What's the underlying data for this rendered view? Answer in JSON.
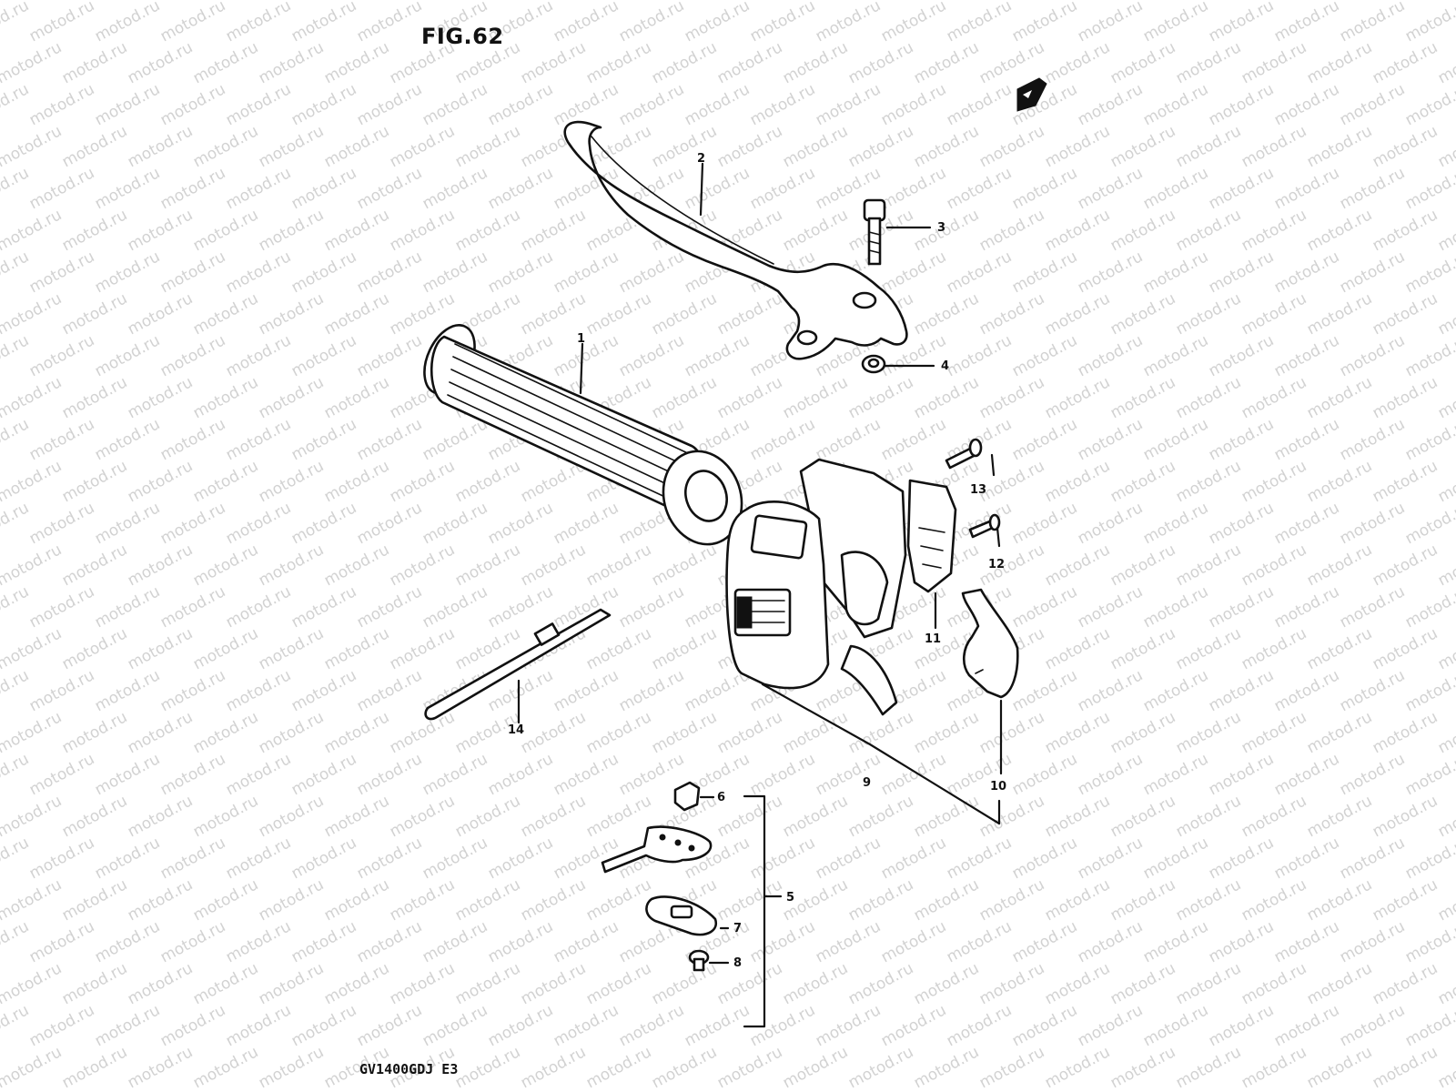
{
  "figure": {
    "title": "FIG.62",
    "model_code": "GV1400GDJ  E3",
    "watermark": "motod.ru"
  },
  "callouts": [
    {
      "id": "1",
      "part": "grip"
    },
    {
      "id": "2",
      "part": "lever"
    },
    {
      "id": "3",
      "part": "lever-bolt"
    },
    {
      "id": "4",
      "part": "lever-nut"
    },
    {
      "id": "5",
      "part": "switch-assembly"
    },
    {
      "id": "6",
      "part": "switch-knob"
    },
    {
      "id": "7",
      "part": "switch-plate"
    },
    {
      "id": "8",
      "part": "switch-screw"
    },
    {
      "id": "9",
      "part": "handlebar-switch"
    },
    {
      "id": "10",
      "part": "switch-cover"
    },
    {
      "id": "11",
      "part": "lever-holder"
    },
    {
      "id": "12",
      "part": "holder-screw-small"
    },
    {
      "id": "13",
      "part": "holder-screw-long"
    },
    {
      "id": "14",
      "part": "cable-tie"
    }
  ],
  "colors": {
    "ink": "#111111",
    "background": "#ffffff",
    "watermark": "#d2d2d2"
  }
}
